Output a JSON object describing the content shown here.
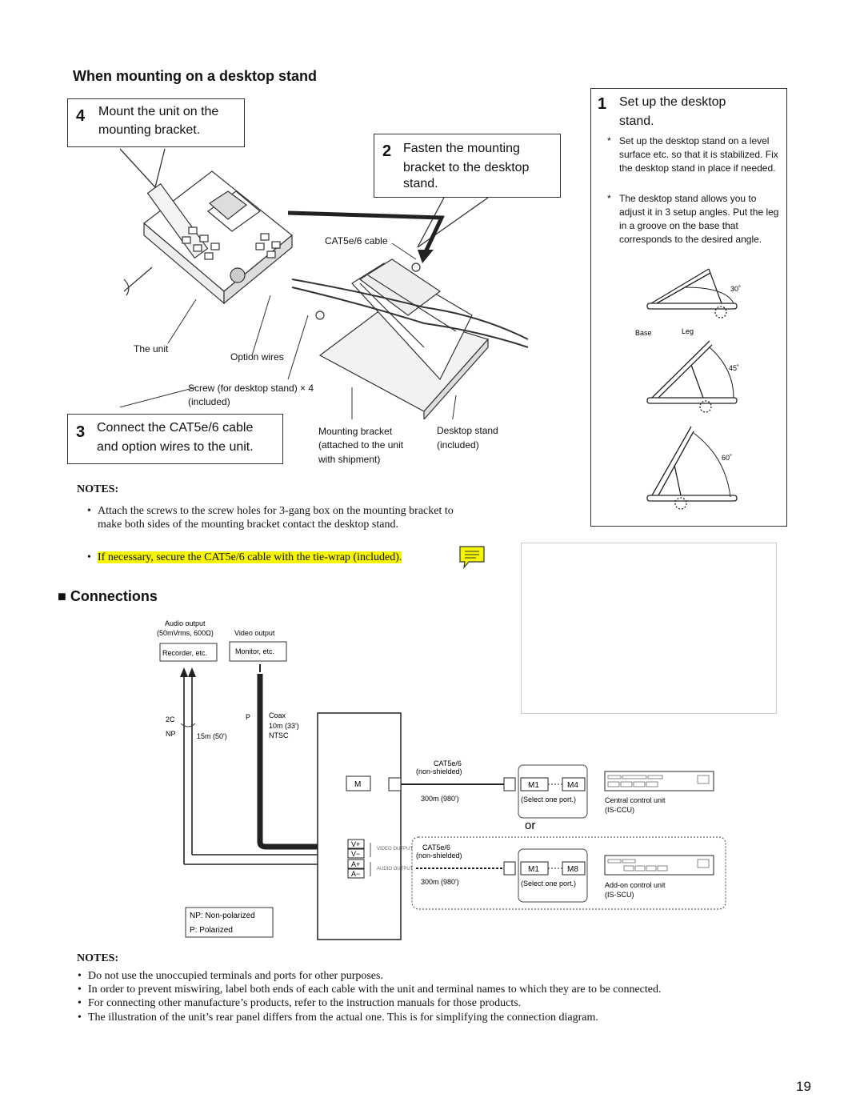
{
  "page": {
    "number": "19"
  },
  "desktop_section": {
    "heading": "When mounting on a desktop stand",
    "step4": {
      "num": "4",
      "text_line1": "Mount the unit on the",
      "text_line2": "mounting bracket."
    },
    "step2": {
      "num": "2",
      "text_line1": "Fasten the mounting",
      "text_line2": "bracket to the desktop",
      "text_line3": "stand."
    },
    "step3": {
      "num": "3",
      "text_line1": "Connect the CAT5e/6 cable",
      "text_line2": "and option wires to the unit."
    },
    "step1": {
      "num": "1",
      "text_line1": "Set up the desktop",
      "text_line2": "stand.",
      "bullets": [
        "Set up the desktop stand on a level surface etc. so that it is stabilized. Fix the desktop stand in place if needed.",
        "The desktop stand allows you to adjust it in 3 setup angles. Put the leg in a groove on the base that corresponds to the desired angle."
      ],
      "bullet_mark": "*",
      "angles": [
        "30˚",
        "45˚",
        "60˚"
      ],
      "base_label": "Base",
      "leg_label": "Leg"
    },
    "labels": {
      "cat_cable": "CAT5e/6 cable",
      "the_unit": "The unit",
      "option_wires": "Option wires",
      "screw_line1": "Screw (for desktop stand) × 4",
      "screw_line2": "(included)",
      "mounting_bracket_line1": "Mounting bracket",
      "mounting_bracket_line2": "(attached to the unit",
      "mounting_bracket_line3": "with shipment)",
      "desktop_stand_line1": "Desktop stand",
      "desktop_stand_line2": "(included)"
    },
    "notes_title": "NOTES:",
    "notes": [
      "Attach the screws to the screw holes for 3-gang box on the mounting bracket to make both sides of the mounting bracket contact the desktop stand.",
      "If necessary, secure the CAT5e/6 cable with the tie-wrap (included)."
    ],
    "bullet_char": "•"
  },
  "connections_section": {
    "heading_marker": "■",
    "heading": "Connections",
    "audio_output_line1": "Audio output",
    "audio_output_line2": "(50mVrms, 600Ω)",
    "video_output": "Video output",
    "recorder": "Recorder, etc.",
    "monitor": "Monitor, etc.",
    "label_2c": "2C",
    "label_np": "NP",
    "label_15m": "15m (50')",
    "label_p": "P",
    "label_coax": "Coax",
    "label_10m": "10m (33')",
    "label_ntsc": "NTSC",
    "terminal_m": "M",
    "terminals": [
      "V+",
      "V−",
      "A+",
      "A−"
    ],
    "video_output_small": "VIDEO OUTPUT",
    "audio_output_small": "AUDIO OUTPUT",
    "cat_label": "CAT5e/6",
    "non_shielded": "(non-shielded)",
    "distance": "300m (980')",
    "ports_top": [
      "M1",
      "M4"
    ],
    "ports_bottom": [
      "M1",
      "M8"
    ],
    "select_port": "(Select one port.)",
    "central_unit_line1": "Central control unit",
    "central_unit_line2": "(IS-CCU)",
    "addon_unit_line1": "Add-on control unit",
    "addon_unit_line2": "(IS-SCU)",
    "or_label": "or",
    "legend_np": "NP: Non-polarized",
    "legend_p": "P: Polarized",
    "notes_title": "NOTES:",
    "notes": [
      "Do not use the unoccupied terminals and ports for other purposes.",
      "In order to prevent miswiring, label both ends of each cable with the unit and terminal names to which they are to be connected.",
      "For connecting other manufacture’s products, refer to the instruction manuals for those products.",
      "The illustration of the unit’s rear panel differs from the actual one. This is for simplifying the connection diagram."
    ]
  }
}
